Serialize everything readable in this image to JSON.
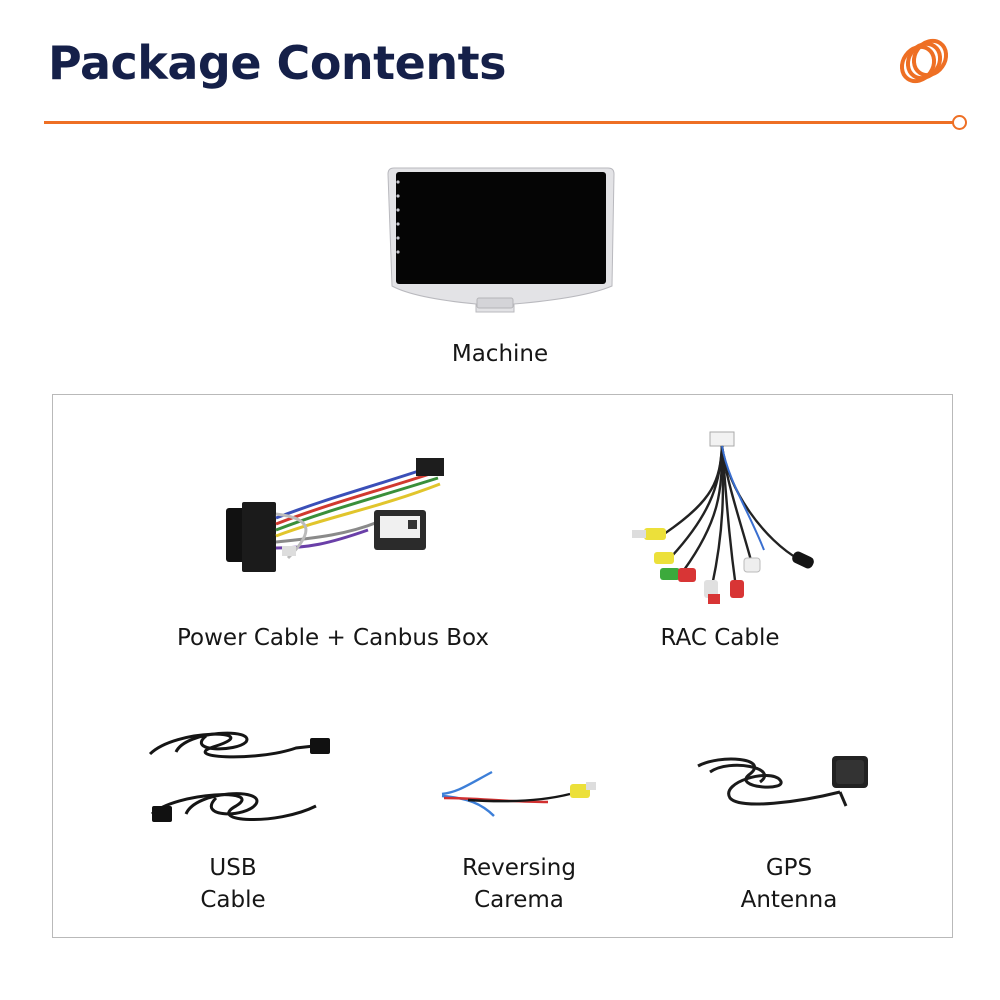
{
  "header": {
    "title": "Package Contents"
  },
  "colors": {
    "brand": "#152049",
    "accent": "#ee6f24"
  },
  "items": [
    {
      "label": "Machine",
      "icon": "car-head-unit-screen"
    },
    {
      "label": "Power Cable + Canbus Box",
      "icon": "wiring-harness-canbus"
    },
    {
      "label": "RAC Cable",
      "icon": "rca-cable"
    },
    {
      "label_lines": [
        "USB",
        "Cable"
      ],
      "icon": "usb-cable"
    },
    {
      "label_lines": [
        "Reversing",
        "Carema"
      ],
      "icon": "reversing-camera-cable"
    },
    {
      "label_lines": [
        "GPS",
        "Antenna"
      ],
      "icon": "gps-antenna"
    }
  ]
}
